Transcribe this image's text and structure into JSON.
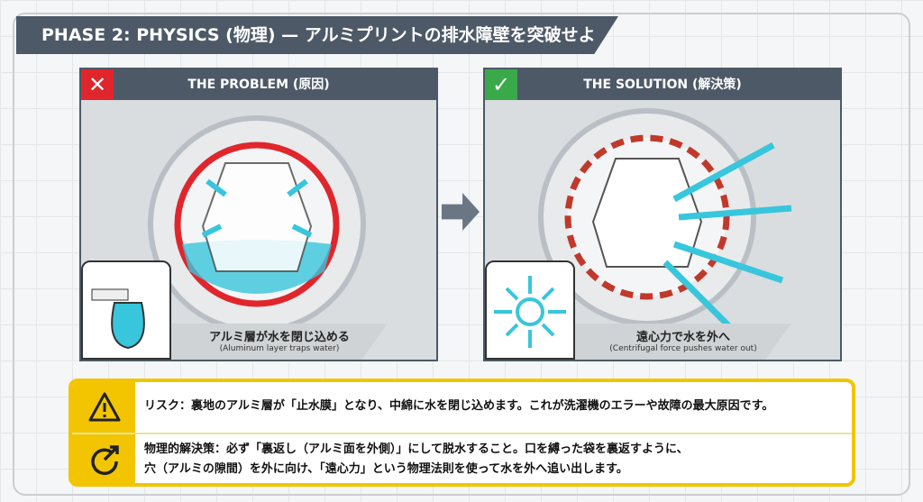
{
  "header": {
    "title": "PHASE 2: PHYSICS (物理) — アルミプリントの排水障壁を突破せよ"
  },
  "problem": {
    "title": "THE PROBLEM (原因)",
    "badge": "✕",
    "caption_jp": "アルミ層が水を閉じ込める",
    "caption_en": "(Aluminum layer traps water)"
  },
  "solution": {
    "title": "THE SOLUTION (解決策)",
    "badge": "✓",
    "caption_jp": "遠心力で水を外へ",
    "caption_en": "(Centrifugal force pushes water out)"
  },
  "info": {
    "risk": "リスク：裏地のアルミ層が「止水膜」となり、中綿に水を閉じ込めます。これが洗濯機のエラーや故障の最大原因です。",
    "solution_line1": "物理的解決策：必ず「裏返し（アルミ面を外側）」にして脱水すること。口を縛った袋を裏返すように、",
    "solution_line2": "穴（アルミの隙間）を外に向け、「遠心力」という物理法則を使って水を外へ追い出します。"
  },
  "colors": {
    "dark": "#4d5967",
    "red": "#e0262c",
    "green": "#3aa94a",
    "yellow": "#f2c500",
    "water": "#38c6dc"
  }
}
